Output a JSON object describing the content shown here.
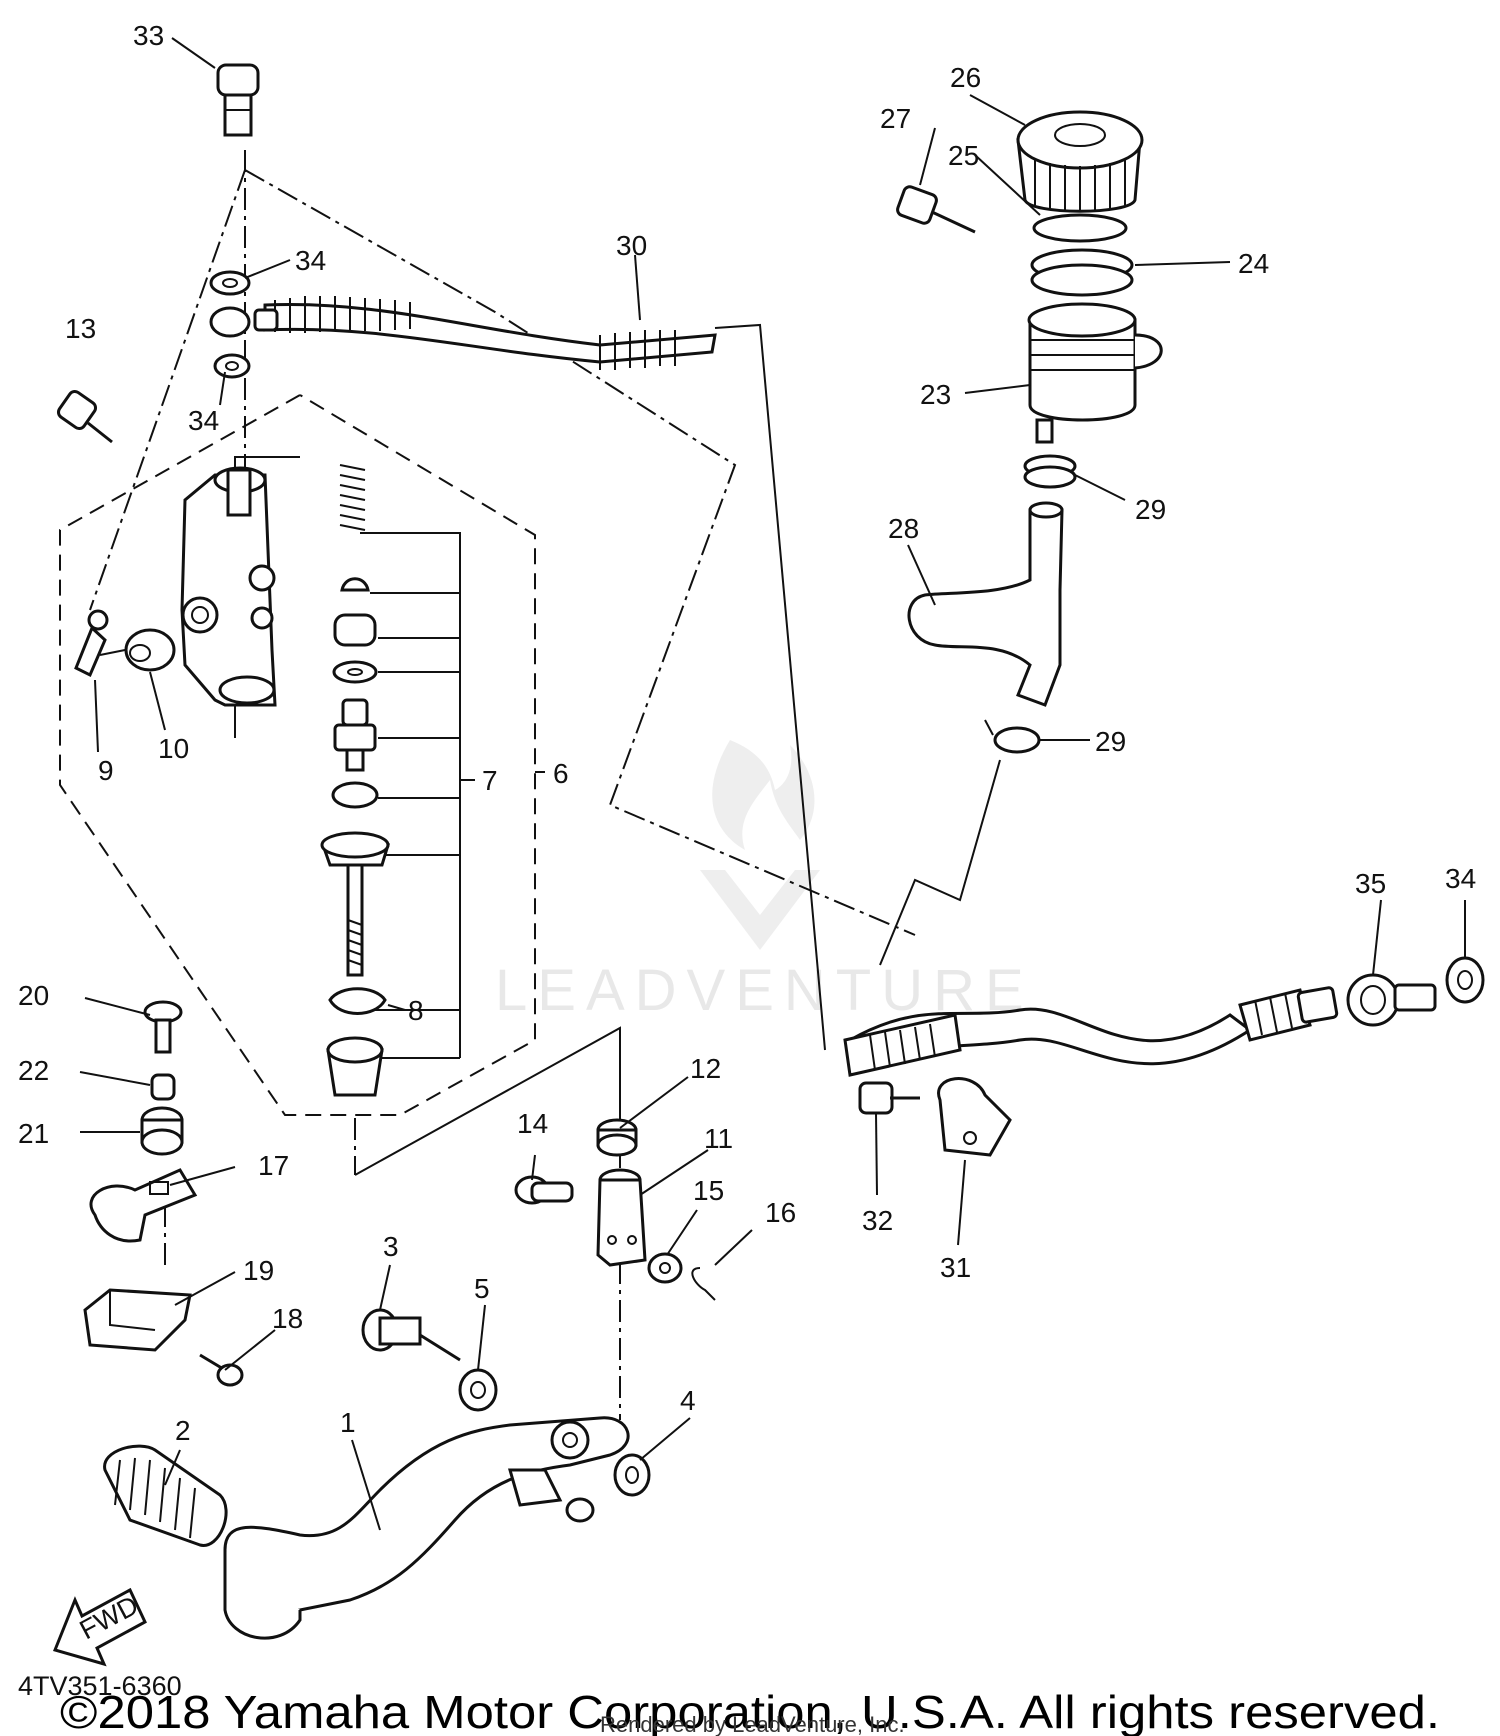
{
  "diagram": {
    "callouts": [
      "1",
      "2",
      "3",
      "4",
      "5",
      "6",
      "7",
      "8",
      "9",
      "10",
      "11",
      "12",
      "13",
      "14",
      "15",
      "16",
      "17",
      "18",
      "19",
      "20",
      "21",
      "22",
      "23",
      "24",
      "25",
      "26",
      "27",
      "28",
      "29",
      "29",
      "30",
      "31",
      "32",
      "33",
      "34",
      "34",
      "34",
      "35"
    ],
    "reference_code": "4TV351-6360",
    "fwd_label": "FWD",
    "watermark": "LEADVENTURE",
    "copyright": "©2018 Yamaha Motor Corporation, U.S.A. All rights reserved.",
    "rendered_by": "Rendered by LeadVenture, Inc."
  }
}
